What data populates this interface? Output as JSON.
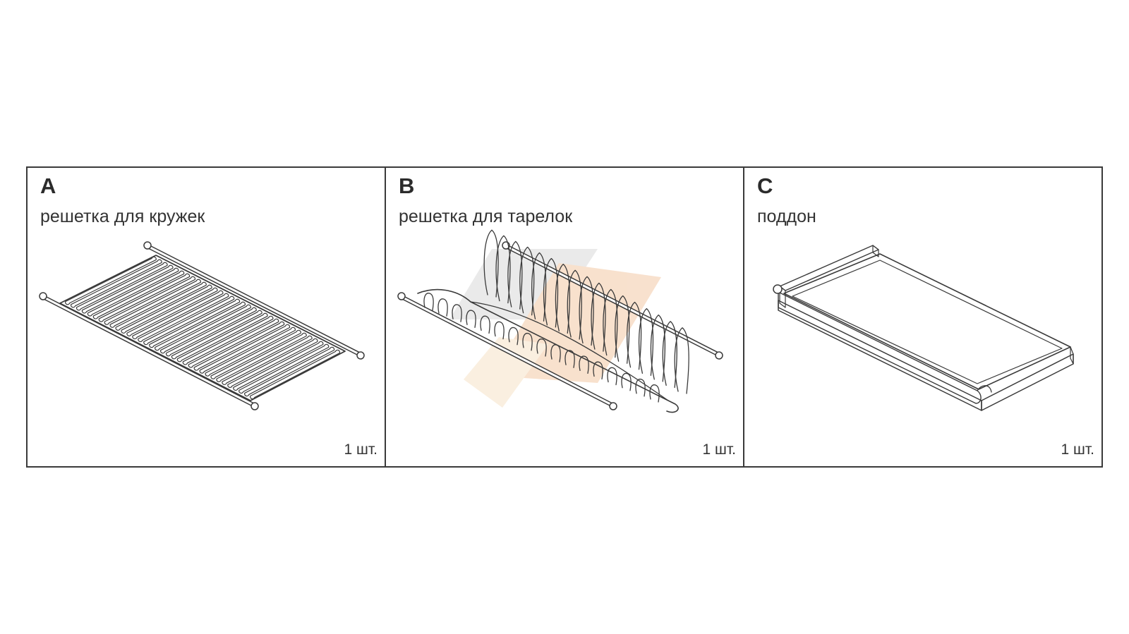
{
  "panels": [
    {
      "letter": "A",
      "caption": "решетка для кружек",
      "quantity": "1 шт.",
      "illustration": "mug-rack"
    },
    {
      "letter": "B",
      "caption": "решетка для тарелок",
      "quantity": "1 шт.",
      "illustration": "plate-rack"
    },
    {
      "letter": "C",
      "caption": "поддон",
      "quantity": "1 шт.",
      "illustration": "drip-tray"
    }
  ],
  "colors": {
    "line": "#3a3a3a",
    "watermark": [
      "#d9d9d9",
      "#f3c9a6",
      "#f7e2c8"
    ]
  }
}
